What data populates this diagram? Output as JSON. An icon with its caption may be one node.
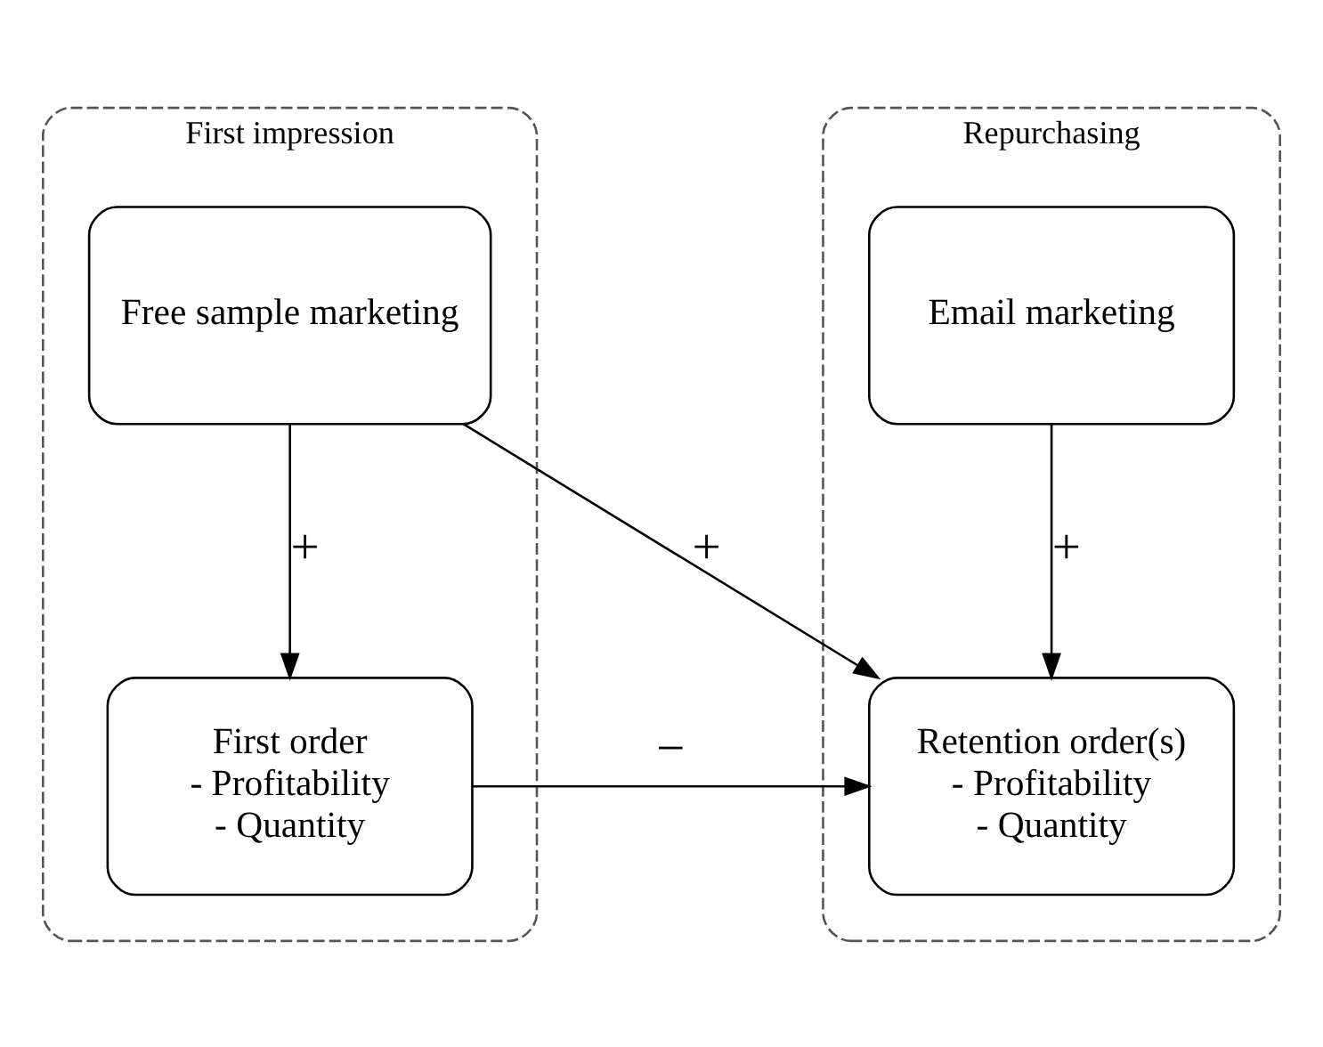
{
  "diagram": {
    "nodes": [
      {
        "text": [
          "First impression"
        ]
      },
      {
        "text": [
          "Free sample marketing"
        ],
        "in": 0
      },
      {
        "text": [
          "First order",
          "- Profitability",
          "- Quantity"
        ],
        "in": 0
      },
      {
        "text": [
          "Repurchasing"
        ]
      },
      {
        "text": [
          "Email marketing"
        ],
        "in": 3
      },
      {
        "text": [
          "Retention order(s)",
          "- Profitability",
          "- Quantity"
        ],
        "in": 3
      }
    ],
    "edges": [
      {
        "from": 1,
        "to": 2,
        "arrow": "to",
        "label": "+"
      },
      {
        "from": 1,
        "to": 5,
        "arrow": "to",
        "label": "+"
      },
      {
        "from": 4,
        "to": 5,
        "arrow": "to",
        "label": "+"
      },
      {
        "from": 2,
        "to": 5,
        "arrow": "to",
        "label": "−"
      }
    ]
  }
}
